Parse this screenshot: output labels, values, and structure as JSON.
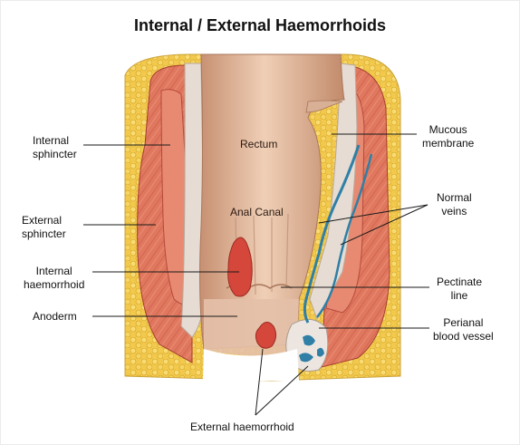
{
  "title": "Internal / External Haemorrhoids",
  "labels": {
    "internal_sphincter": [
      "Internal",
      "sphincter"
    ],
    "external_sphincter": [
      "External",
      "sphincter"
    ],
    "internal_haemorrhoid": [
      "Internal",
      "haemorrhoid"
    ],
    "anoderm": "Anoderm",
    "rectum": "Rectum",
    "anal_canal": "Anal Canal",
    "mucous_membrane": [
      "Mucous",
      "membrane"
    ],
    "normal_veins": [
      "Normal",
      "veins"
    ],
    "pectinate_line": [
      "Pectinate",
      "line"
    ],
    "perianal_blood_vessel": [
      "Perianal",
      "blood vessel"
    ],
    "external_haemorrhoid": "External haemorrhoid"
  },
  "colors": {
    "fat": "#f2c94c",
    "muscle": "#e0785f",
    "muscle_dark": "#b9483a",
    "mucosa": "#ead6c8",
    "rectum": "#d8aa8c",
    "vein": "#2f7fa6",
    "haemorrhoid": "#d4473a"
  }
}
